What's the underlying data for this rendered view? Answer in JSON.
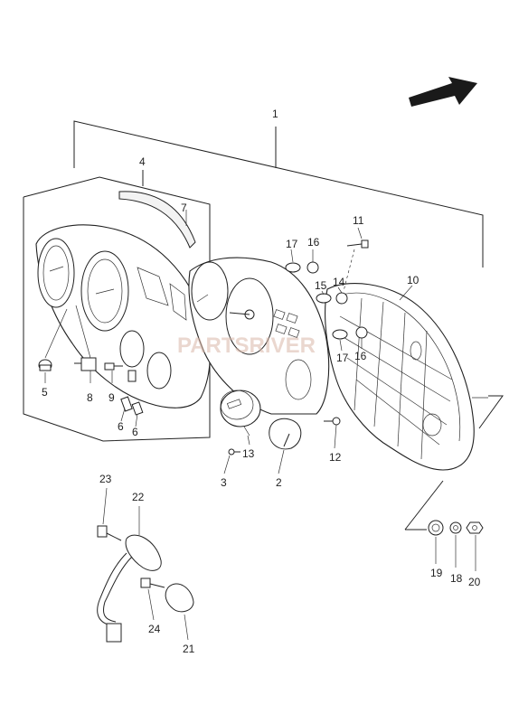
{
  "labels": {
    "l1": "1",
    "l2": "2",
    "l3": "3",
    "l4": "4",
    "l5": "5",
    "l6a": "6",
    "l6b": "6",
    "l7": "7",
    "l8": "8",
    "l9": "9",
    "l10": "10",
    "l11": "11",
    "l12": "12",
    "l13": "13",
    "l14": "14",
    "l15": "15",
    "l16a": "16",
    "l16b": "16",
    "l17a": "17",
    "l17b": "17",
    "l18": "18",
    "l19": "19",
    "l20": "20",
    "l21": "21",
    "l22": "22",
    "l23": "23",
    "l24": "24"
  },
  "watermark": "PARTSRIVER",
  "icons": {
    "direction": "arrow-icon"
  }
}
